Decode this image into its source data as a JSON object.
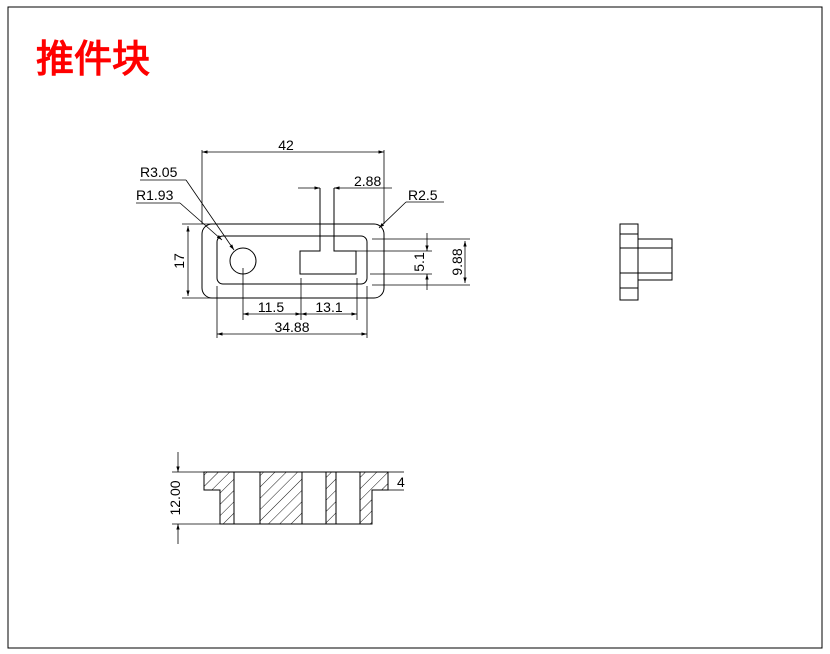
{
  "title": "推件块",
  "title_color": "#ff0000",
  "dims": {
    "overall_length": "42",
    "r305": "R3.05",
    "r193": "R1.93",
    "slot_width": "2.88",
    "r25": "R2.5",
    "height17": "17",
    "d51": "5.1",
    "d988": "9.88",
    "d115": "11.5",
    "d131": "13.1",
    "d3488": "34.88",
    "d1200": "12.00",
    "d4": "4"
  }
}
